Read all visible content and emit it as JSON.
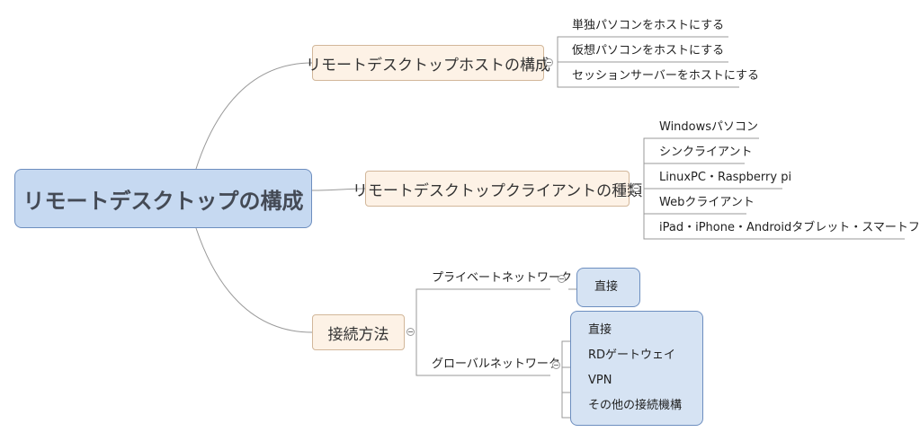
{
  "root": {
    "label": "リモートデスクトップの構成"
  },
  "branches": [
    {
      "label": "リモートデスクトップホストの構成",
      "children": [
        "単独パソコンをホストにする",
        "仮想パソコンをホストにする",
        "セッションサーバーをホストにする"
      ]
    },
    {
      "label": "リモートデスクトップクライアントの種類",
      "children": [
        "Windowsパソコン",
        "シンクライアント",
        "LinuxPC・Raspberry pi",
        "Webクライアント",
        "iPad・iPhone・Androidタブレット・スマートフォン"
      ]
    },
    {
      "label": "接続方法",
      "subs": [
        {
          "label": "プライベートネットワーク",
          "children": [
            "直接"
          ]
        },
        {
          "label": "グローバルネットワーク",
          "children": [
            "直接",
            "RDゲートウェイ",
            "VPN",
            "その他の接続機構"
          ]
        }
      ]
    }
  ]
}
